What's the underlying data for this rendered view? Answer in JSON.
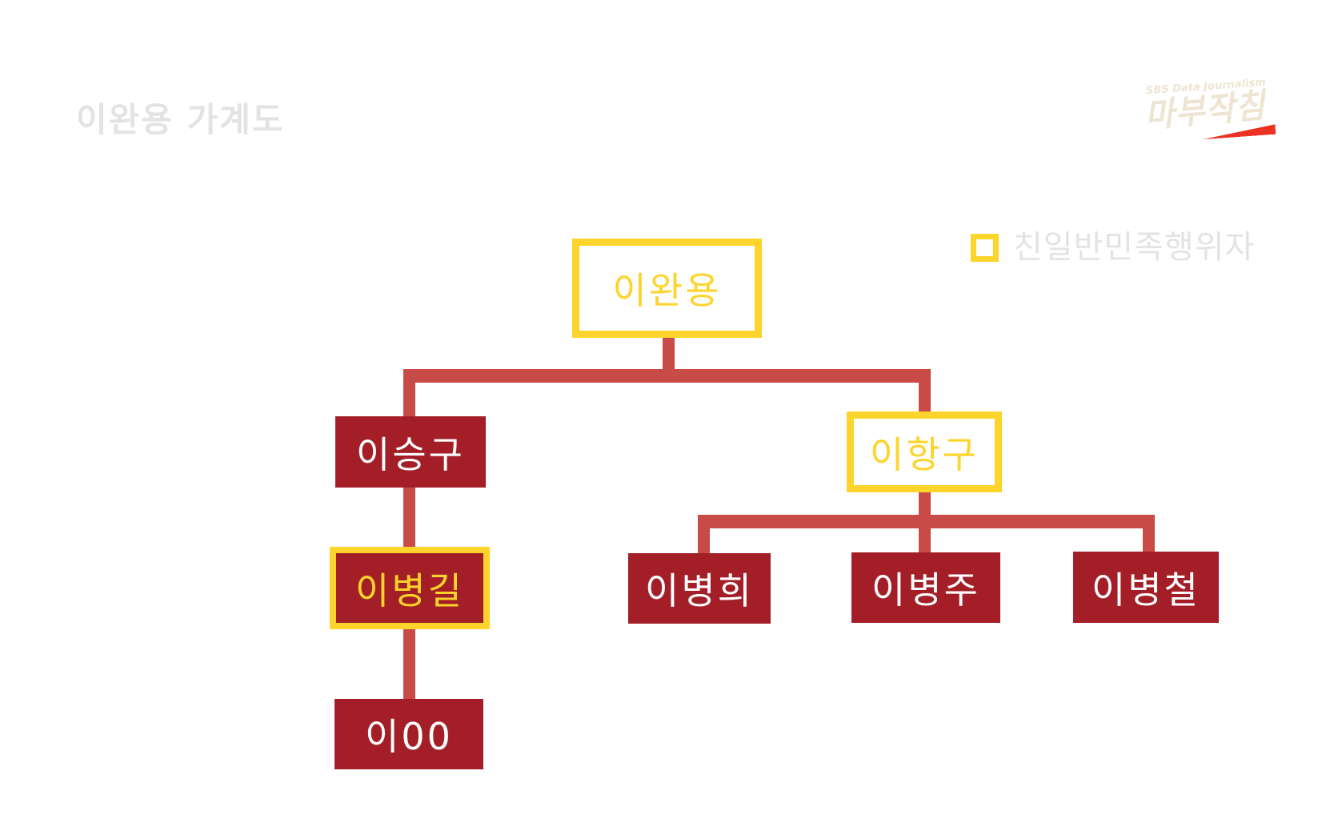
{
  "page_title": "이완용 가계도",
  "logo": {
    "tagline": "SBS Data Journalism",
    "name": "마부작침"
  },
  "legend": {
    "label": "친일반민족행위자",
    "symbol": "yellow-outline-square"
  },
  "tree": {
    "nodes": {
      "lee_wan_yong": {
        "label": "이완용",
        "flagged": true,
        "style": "white-yellow-border"
      },
      "lee_seung_gu": {
        "label": "이승구",
        "flagged": false,
        "style": "solid-red"
      },
      "lee_hang_gu": {
        "label": "이항구",
        "flagged": true,
        "style": "white-yellow-border"
      },
      "lee_byung_gil": {
        "label": "이병길",
        "flagged": true,
        "style": "red-yellow-border"
      },
      "lee_00": {
        "label": "이00",
        "flagged": false,
        "style": "solid-red"
      },
      "lee_byung_hee": {
        "label": "이병희",
        "flagged": false,
        "style": "solid-red"
      },
      "lee_byung_ju": {
        "label": "이병주",
        "flagged": false,
        "style": "solid-red"
      },
      "lee_byung_chul": {
        "label": "이병철",
        "flagged": false,
        "style": "solid-red"
      }
    },
    "edges": [
      [
        "lee_wan_yong",
        "lee_seung_gu"
      ],
      [
        "lee_wan_yong",
        "lee_hang_gu"
      ],
      [
        "lee_seung_gu",
        "lee_byung_gil"
      ],
      [
        "lee_byung_gil",
        "lee_00"
      ],
      [
        "lee_hang_gu",
        "lee_byung_hee"
      ],
      [
        "lee_hang_gu",
        "lee_byung_ju"
      ],
      [
        "lee_hang_gu",
        "lee_byung_chul"
      ]
    ]
  },
  "colors": {
    "box_red": "#A31E27",
    "connector_red": "#C94B47",
    "highlight_yellow": "#FDD42B",
    "muted_text_gray": "#E3E3E3",
    "logo_cream": "#EDE5D2",
    "logo_red": "#EC3323",
    "node_text_white": "#FFFFFF"
  }
}
